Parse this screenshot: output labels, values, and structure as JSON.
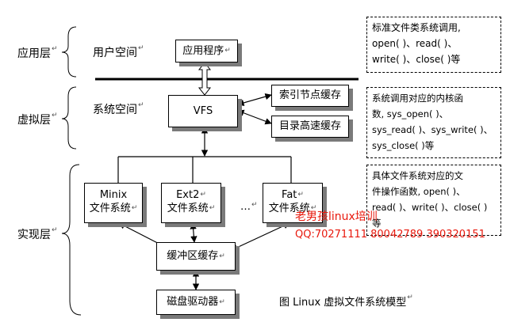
{
  "layers": {
    "app": "应用层",
    "virtual": "虚拟层",
    "impl": "实现层"
  },
  "spaces": {
    "user": "用户空间",
    "system": "系统空间"
  },
  "boxes": {
    "application": "应用程序",
    "vfs": "VFS",
    "inode_cache": "索引节点缓存",
    "dir_cache": "目录高速缓存",
    "minix_1": "Minix",
    "minix_2": "文件系统",
    "ext2_1": "Ext2",
    "ext2_2": "文件系统",
    "fat_1": "Fat",
    "fat_2": "文件系统",
    "ellipsis": "…",
    "buffer_cache": "缓冲区缓存",
    "disk_driver": "磁盘驱动器"
  },
  "notes": {
    "standard": [
      "标准文件类系统调用,",
      "open( )、read( )、",
      "write( )、close( )等"
    ],
    "kernel": [
      "系统调用对应的内核函",
      "数, sys_open( )、",
      "sys_read( )、sys_write( )、",
      "sys_close( )等"
    ],
    "specific": [
      "具体文件系统对应的文",
      "件操作函数, open( )、",
      "read( )、write( )、close( )",
      "等"
    ]
  },
  "caption": "图 Linux 虚拟文件系统模型",
  "paragraph_mark": "↵",
  "watermark": {
    "line1": "老男孩linux培训",
    "line2": "QQ:70271111 80042789 390320151"
  }
}
